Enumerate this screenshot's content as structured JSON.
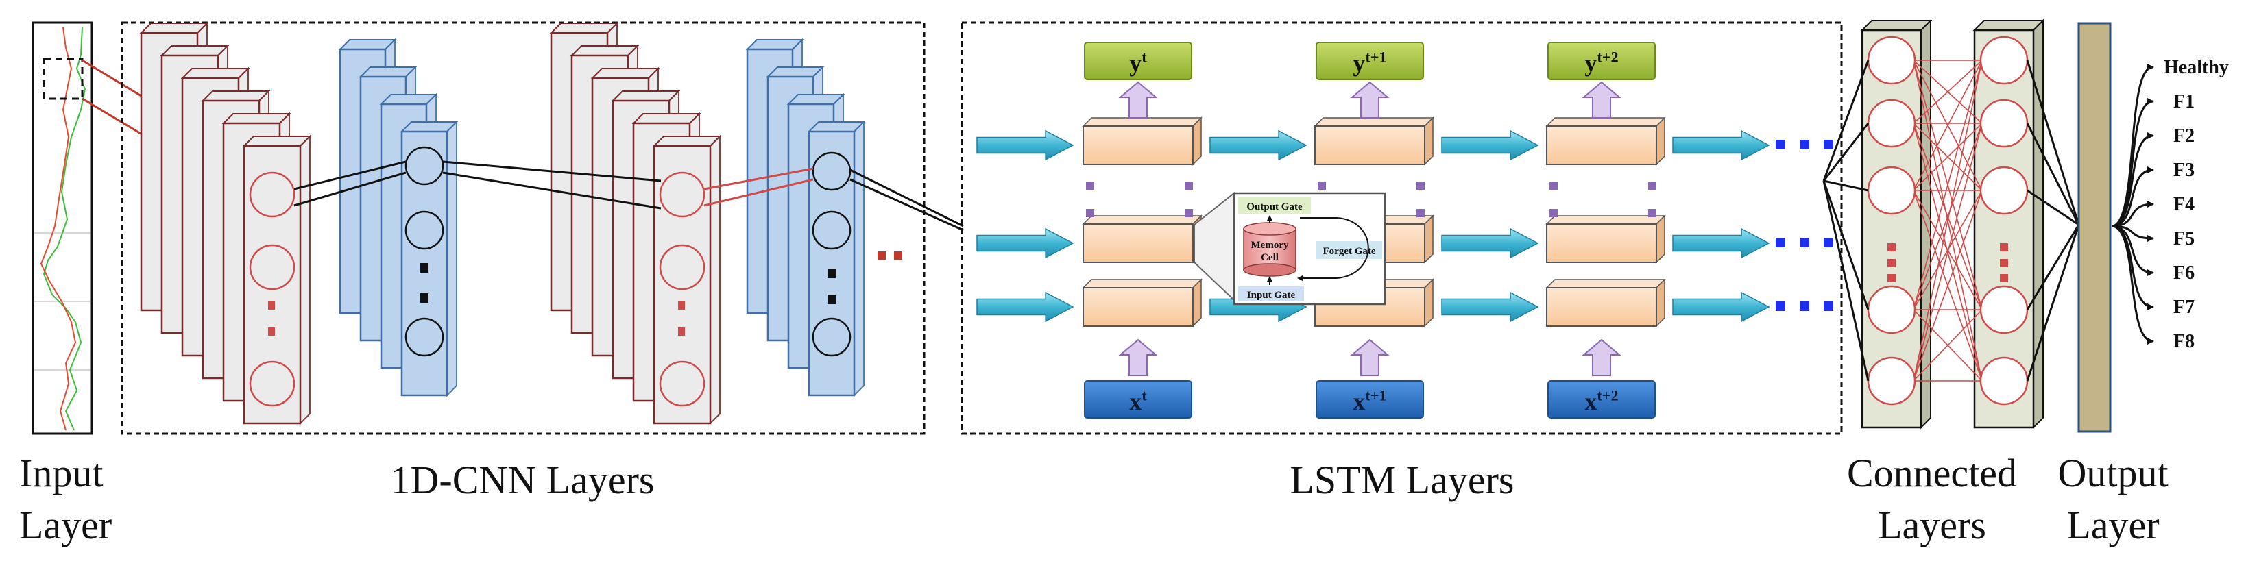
{
  "captions": {
    "input_line1": "Input",
    "input_line2": "Layer",
    "cnn": "1D-CNN Layers",
    "lstm": "LSTM Layers",
    "connected_line1": "Connected",
    "connected_line2": "Layers",
    "output_line1": "Output",
    "output_line2": "Layer"
  },
  "lstm": {
    "outputs": [
      {
        "base": "y",
        "sup": "t"
      },
      {
        "base": "y",
        "sup": "t+1"
      },
      {
        "base": "y",
        "sup": "t+2"
      }
    ],
    "inputs": [
      {
        "base": "x",
        "sup": "t"
      },
      {
        "base": "x",
        "sup": "t+1"
      },
      {
        "base": "x",
        "sup": "t+2"
      }
    ],
    "cell_detail": {
      "output_gate": "Output Gate",
      "memory_cell_line1": "Memory",
      "memory_cell_line2": "Cell",
      "forget_gate": "Forget Gate",
      "input_gate": "Input Gate"
    }
  },
  "output_classes": [
    "Healthy",
    "F1",
    "F2",
    "F3",
    "F4",
    "F5",
    "F6",
    "F7",
    "F8"
  ],
  "colors": {
    "cnn_layer_fill": "#ebebeb",
    "cnn_layer_stroke": "#7a2a2a",
    "cnn_node_stroke": "#d04a4a",
    "blue_layer_fill": "#bcd3ee",
    "blue_layer_stroke": "#3f6fa8",
    "lstm_cell_fill": "#fcd5b4",
    "output_box_fill": "#9bbb3b",
    "input_box_fill": "#2e75c9",
    "arrow_fill": "#3fb6d3",
    "dense_fill": "#e3e6d4",
    "dense_edge": "#d04a4a",
    "output_bar_fill": "#c4b48a",
    "blue_dots": "#1e2ff0",
    "purple_dots": "#8a68b4",
    "up_arrow_fill": "#dccbef"
  }
}
